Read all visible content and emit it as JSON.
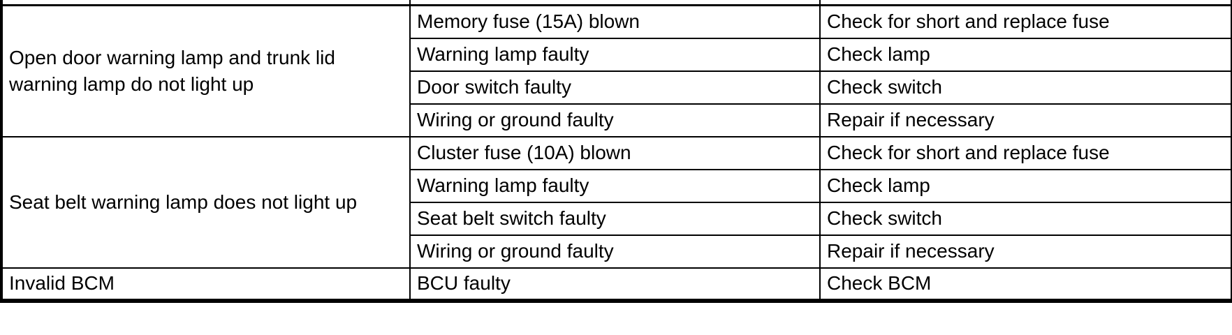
{
  "table": {
    "description": "Troubleshooting table: symptom, possible cause, remedy",
    "colors": {
      "border": "#000000",
      "text": "#000000",
      "background": "#ffffff"
    },
    "groups": [
      {
        "symptom": "Open door warning lamp and trunk lid warning lamp do not light up",
        "rows": [
          {
            "cause": "Memory fuse (15A) blown",
            "remedy": "Check for short and replace fuse"
          },
          {
            "cause": "Warning lamp faulty",
            "remedy": "Check lamp"
          },
          {
            "cause": "Door switch faulty",
            "remedy": "Check switch"
          },
          {
            "cause": "Wiring or ground faulty",
            "remedy": "Repair if necessary"
          }
        ]
      },
      {
        "symptom": "Seat belt warning lamp does not light up",
        "rows": [
          {
            "cause": "Cluster fuse (10A) blown",
            "remedy": "Check for short and replace fuse"
          },
          {
            "cause": "Warning lamp faulty",
            "remedy": "Check lamp"
          },
          {
            "cause": "Seat belt switch faulty",
            "remedy": "Check switch"
          },
          {
            "cause": "Wiring or ground faulty",
            "remedy": "Repair if necessary"
          }
        ]
      },
      {
        "symptom": "Invalid BCM",
        "rows": [
          {
            "cause": "BCU faulty",
            "remedy": "Check BCM"
          }
        ]
      }
    ]
  }
}
